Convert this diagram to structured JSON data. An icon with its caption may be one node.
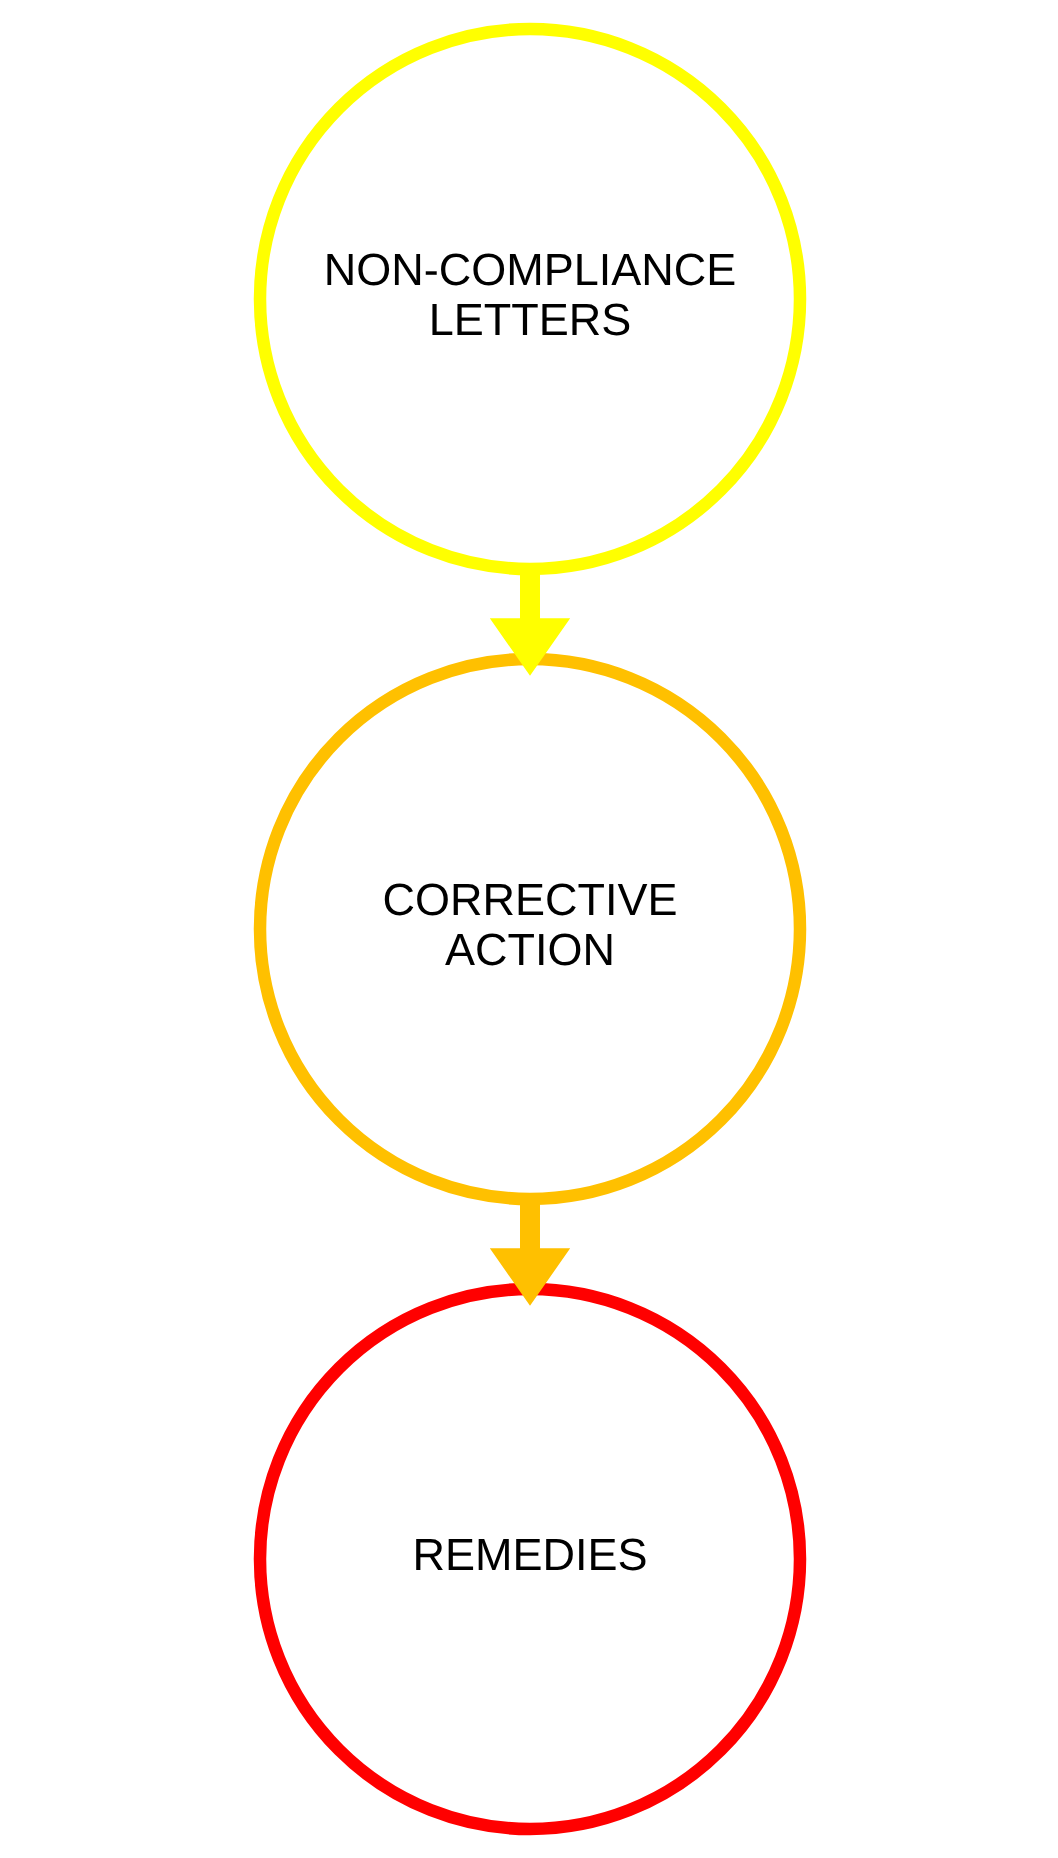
{
  "diagram": {
    "nodes": [
      {
        "text": [
          "NON-COMPLIANCE LETTERS"
        ]
      },
      {
        "text": [
          "CORRECTIVE ACTION"
        ]
      },
      {
        "text": [
          "REMEDIES"
        ]
      }
    ],
    "edges": [
      {
        "from": 0,
        "to": 1,
        "arrow": "to",
        "color": "#ffff00"
      },
      {
        "from": 1,
        "to": 2,
        "arrow": "to",
        "color": "#ffc000"
      }
    ]
  }
}
